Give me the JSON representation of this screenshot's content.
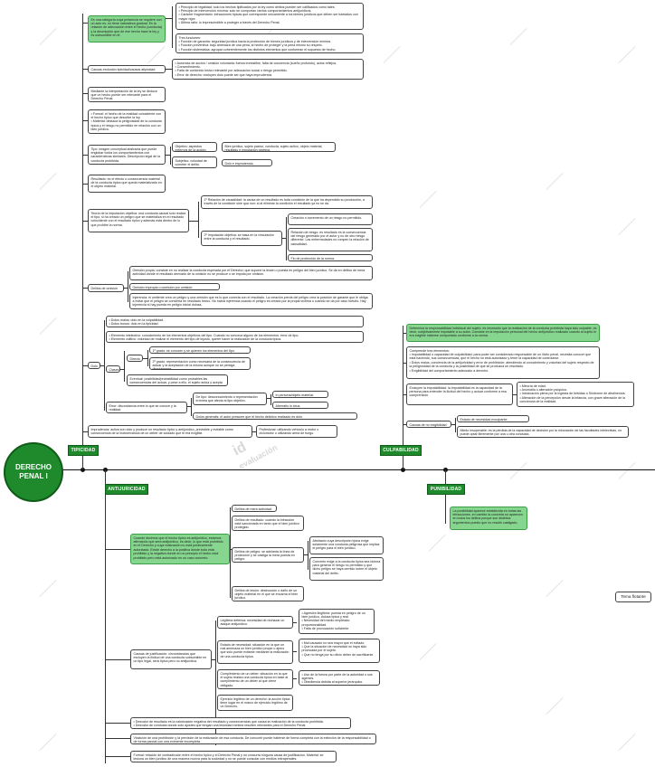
{
  "root": {
    "label": "DERECHO PENAL I"
  },
  "branches": {
    "tipicidad": "TIPICIDAD",
    "culpabilidad": "CULPABILIDAD",
    "antijuricidad": "ANTIJURICIDAD",
    "punibilidad": "PUNIBILIDAD"
  },
  "watermark": {
    "brand": "id",
    "sub": "evaluación"
  },
  "floating_topic": "Tema flotante",
  "tipicidad": {
    "definition": "Es una categoría cuya presencia se requiere con un acto es, no tiene naturaleza gradual. Es la relación de adecuación entre el hecho (conducta) y la descripción que de ese hecho hace la ley y es subsumible en él.",
    "principles": [
      "Principio de legalidad: solo los hechos tipificados por la ley como delitos pueden ser calificados como tales.",
      "Principio de intervención mínima: solo se comportan ciertos comportamientos antijurídicos.",
      "Carácter fragmentario: infracciones típicas que corresponde únicamente a los bienes jurídicos que deben ser tutelados con mayor rigor.",
      "Última ratio: lo imprescindible a proteger a través del Derecho Penal."
    ],
    "functions_title": "Tres funciones:",
    "functions": [
      "Función de garantía: seguridad jurídica hacia la protección de bienes jurídicos y de intervención mínima.",
      "Función preventiva: bajo amenaza de una pena, al hecho de proteger y la pena mismo su respeto.",
      "Función sistemática: agrupar coherentemente los distintos elementos que conforman el supuesto de hecho."
    ],
    "exclusion_label": "Causas exclusión tipicidad/causas atipicidad",
    "exclusion": [
      "Ausencia de acción / omisión voluntaria: fuerza irresistible, falta de conciencia (sueño profundo), actos reflejos.",
      "Consentimiento.",
      "Falta de contenido lesivo relevante por adecuación social o riesgo permitido.",
      "Error de derecho: excluyen dolo puede ser que haya imprudencia."
    ],
    "interpretacion": "Mediante la interpretación de la ley se deduce que un hecho puede ser relevante para el Derecho Penal.",
    "formal_material": [
      "Formal: el hecho de la realidad coincidente con el hecho típico que describe la ley.",
      "Material: destaca la peligrosidad de la conducta típica y el riesgo no permitido en relación con un bien jurídico."
    ],
    "tipo": "Tipo: imagen conceptual abstracta que puede englobar todos los comportamientos con características similares. Descripción legal de la conducta prohibida.",
    "objetivo": "Objetivo: aspectos externos de la acción.",
    "objetivo_detail": "Bien jurídico, sujeto pasivo, conducta, sujeto activo, objeto material, resultado e imputación objetiva.",
    "subjetivo": "Subjetivo: voluntad de cometer el delito.",
    "subjetivo_detail": "Dolo e imprudencia.",
    "resultado": "Resultado: es el efecto o consecuencia material de la conducta típica que queda materializado en el objeto material.",
    "imputacion": "Teoría de la imputación objetiva: una conducta causal solo realiza el tipo, si ha creado un peligro que se materializa en el resultado coincidente con el resultado típico y además está dentro de lo que prohíbe la norma.",
    "causalidad": "1º Relación de causalidad: la causa de un resultado es toda condición de la que ha dependido su producción, a través de la condición sine qua non: si al eliminar la condición el resultado ya no se da.",
    "imputacion2": "2º Imputación objetiva: se basa en la vinculación entre la conducta y el resultado.",
    "creacion": "Creación o incremento de un riesgo no permitido.",
    "relacion_riesgo": "Relación de riesgo: es resultado es la consecuencia del riesgo generado por el autor y no de otro riesgo diferente. Las enfermedades no rompen la relación de causalidad.",
    "fin_proteccion": "Fin de protección de la norma.",
    "omision_propia": "Omisión propia: consiste en no realizar la conducta esperada por el Derecho; que supone la lesión o puesta en peligro del bien jurídico. Se da en delitos de mera actividad donde el resultado derivado de la omisión no se produce o se imputa por omisión.",
    "omision_impropia": "Omisión impropia o comisión por omisión:",
    "injerencia": "Injerencia: el omitente crea un peligro y una omisión que es lo que conecta con el resultado. La creación previa del peligro crea la posición de garante que le obliga a evitar que el peligro se convierta en resultado lesivo. No habrá injerencia cuando el peligro es creado por la propia víctima o cuando se da por caso fortuito. Hay injerencia si hay puesta en peligro inicial dolosa.",
    "omision_label": "Delitos de omisión",
    "dolo_label": "Dolo",
    "dolo_types": [
      "Dolus malus: dolo en la culpabilidad.",
      "Dolus bonus: dolo en la tipicidad."
    ],
    "dolo_elements": [
      "Elemento intelectivo: conocimiento de los elementos objetivos del tipo. Cuando no conozca alguno de los elementos: error de tipo.",
      "Elemento volitivo: voluntad de realizar el elemento del tipo de injusto, querer hacer la realización de la conducta típica."
    ],
    "clases_label": "Clases",
    "directo_label": "Directo",
    "primer_grado": "1º grado: se conocen y se quieren los elementos del tipo.",
    "segundo_grado": "2º grado: representación como necesaria de la consecuencia de actuar y la aceptación de la misma aunque no se persiga directamente.",
    "eventual": "Eventual: posibilidad/probabilidad como probables las consecuencias del actuar, y pese a ello, el sujeto actúa y acepta el riesgo.",
    "error_tipo": "Error: discordancia entre lo que se conoce y la realidad.",
    "error_representacion": "De tipo: desconocimiento o representación errónea que afecta al tipo objetivo.",
    "error_personal": "In persona/objeto material.",
    "error_aberratio": "Aberratio in ictus.",
    "error_dolus": "Dolus generalis: el autor presume que el hecho delictivo realizado es dolo.",
    "imprudencia": "Imprudencia: activa son dolo y produce un resultado típico y antijurídico, previsible y evitable como consecuencia de la inobservancia de un deber de cuidado que le era exigible.",
    "imprudencia_detail": "Profesional: utilizando vehículo a motor o ciclomotor o utilizando arma de fuego."
  },
  "culpabilidad": {
    "definition": "Determina la responsabilidad individual del sujeto: es necesario que la realización de la conducta prohibida haya sido culpable, es decir, subjetivamente imputable a su autor. Consiste en la imputación personal del hecho antijurídico realizado cuando al sujeto le era exigible haberse comportado conforme a la norma.",
    "elementos_title": "Comprende tres elementos:",
    "elementos": [
      "Imputabilidad o capacidad de culpabilidad: para poder ser considerado responsable de un ilícito penal, necesita conocer que está haciendo, sus consecuencias, que el hecho no está autorizado y tener la capacidad de controlarse.",
      "Dolus malus, conciencia de la antijuricidad y error de prohibición: atendiendo al conocimiento y voluntad del sujeto respecto de la peligrosidad de la conducta y la posibilidad de que se produzca un resultado.",
      "Exigibilidad del comportamiento adecuado a derecho."
    ],
    "excluyen": "Excluyen la imputabilidad: la imputabilidad es la capacidad de la persona para entender la ilicitud del hecho y actuar conforme a esa comprensión.",
    "excluyen_list": [
      "Minoría de edad.",
      "Anomalía o alteración psíquica.",
      "Intoxicación plena por la ingesta de bebidas o Síndrome de abstinencia.",
      "Alteración de la percepción desde la infancia, con grave alteración de la conciencia de la realidad."
    ],
    "inexigibilidad_label": "Causas de no exigibilidad",
    "inexigibilidad": [
      "Estado de necesidad exculpante.",
      "Miedo insuperable: es la pérdida de la capacidad de decisión por la minoración de las facultades intelectivas, no puede optar libremente por una u otra conducta."
    ]
  },
  "antijuricidad": {
    "definition": "Cuando decimos que el hecho típico es antijurídico, estamos afirmando que será antijurídico, es decir, lo que está prohibido en el Derecho y cuya realización no está jurídicamente autorizada. Existe derecho a la positiva donde todo está prohibido y la negativa donde en un principio el hecho está prohibido pero está autorizado en un caso concreto.",
    "mera_actividad": "Delitos de mera actividad.",
    "resultado": "Delitos de resultado: cuando la infracción está sancionada en tanto que el bien jurídico protegido.",
    "peligro": "Delitos de peligro: se adelanta la línea de protección y se castiga la mera puesta en peligro.",
    "peligro_abstracto": "Abstracto cuya descripción típica exige solamente una conducta peligrosa que implica el peligro para el bien jurídico.",
    "peligro_concreto": "Concreto exige a la conducta típica sea idónea para generar el riesgo no permitido y que dicho peligro se haya cernido sobre el objeto material del delito.",
    "lesion": "Delitos de lesión: destrucción o daño de un objeto material en el que se encarna el bien jurídico.",
    "justificacion": "Causas de justificación: circunstancias que excluyen la ilicitud de una conducta subsumible en un tipo legal, será típica pero no antijurídica.",
    "legitima_defensa": "Legítima defensa: necesidad de rechazar un ataque antijurídico.",
    "legitima_defensa_list": [
      "Agresión ilegítima: puesta en peligro de un bien jurídico, dolosa típica y real.",
      "Necesidad del medio empleado: proporcionalidad.",
      "Falta de provocación suficiente."
    ],
    "estado_necesidad": "Estado de necesidad: situación en la que un mal amenaza un bien jurídico propio o ajeno que solo puede evitarse mediante la realización de una conducta típica.",
    "estado_necesidad_list": [
      "Mal causado no sea mayor que el evitado.",
      "Que la situación de necesidad no haya sido provocada por el sujeto.",
      "Que no tenga por su oficio deber de sacrificarse."
    ],
    "deber": "Cumplimiento de un deber: situación en la que el sujeto realiza una conducta típica en base al cumplimiento de un deber al que viene obligado.",
    "deber_list": [
      "Uso de la fuerza por parte de la autoridad o sus agentes.",
      "Obediencia debida al superior jerárquico."
    ],
    "ejercicio": "Ejercicio legítimo de un derecho: la acción típica tiene lugar en el marco de ejercicio legítimo de un Derecho.",
    "desvalor": [
      "Desvalor de resultado es la valorización negativa del resultado y consecuencias que causa la realización de la conducta prohibida.",
      "Desvalor de conducta donde solo ajustes que tengan una lesividad mínima resulten relevantes para el Derecho Penal."
    ],
    "violacion": "Violación de una prohibición y la previsión de la realización de esa conducta. De concurrir puede haberse de forma completa con la extinción de la responsabilidad o de forma parcial con una eximente incompleta.",
    "formal": "Formal: relación de contradicción entre el hecho típico y el Derecho Penal y no concurra ninguna causa de justificación. Material: se lesiona un bien jurídico de una manera nociva para la sociedad y no se puede consolar con medios extrapenales."
  },
  "punibilidad": {
    "definition": "La punibilidad aparece establecida en todas las infracciones, en cambio la concreta no aparecen en todos los delitos porque son distintos argumentos puesto que no resulte castigado."
  }
}
